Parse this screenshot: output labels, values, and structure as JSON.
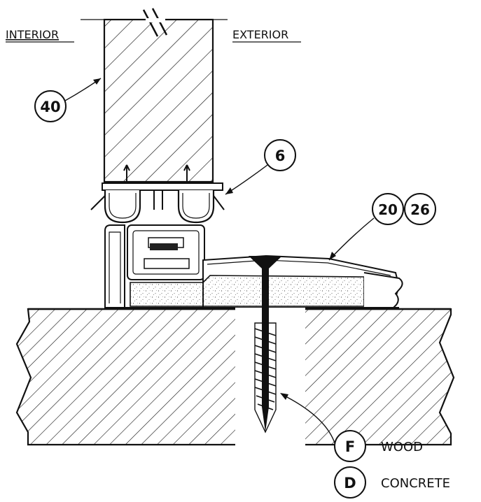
{
  "labels": {
    "interior": "INTERIOR",
    "exterior": "EXTERIOR"
  },
  "callouts": {
    "door": "40",
    "sweep": "6",
    "threshold_a": "20",
    "threshold_b": "26",
    "fastener_wood": "F",
    "fastener_concrete": "D"
  },
  "legend": {
    "wood": "WOOD",
    "concrete": "CONCRETE"
  }
}
